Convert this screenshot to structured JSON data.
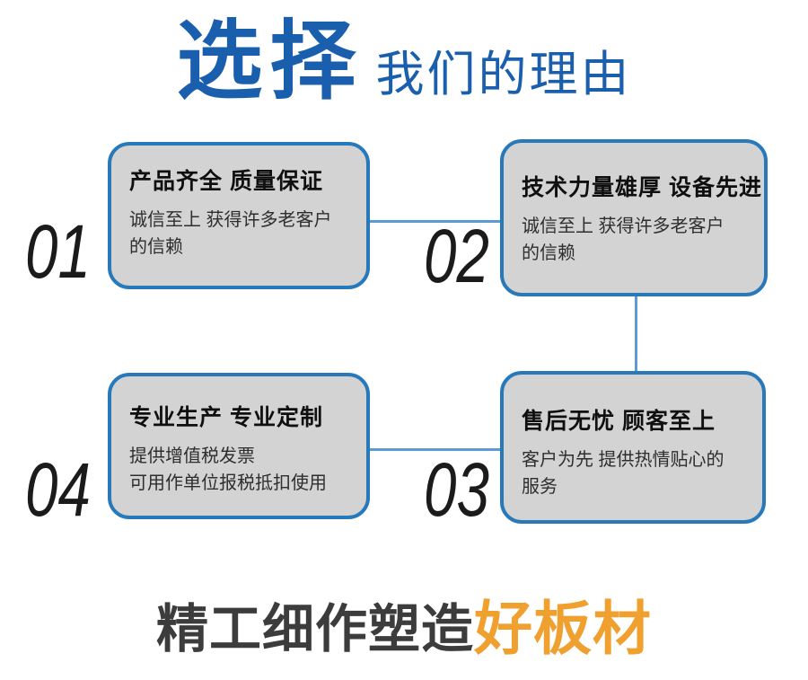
{
  "header": {
    "title_emphasis": "选择",
    "title_rest": "我们的理由"
  },
  "reasons": [
    {
      "number": "01",
      "title": "产品齐全 质量保证",
      "body": "诚信至上 获得许多老客户\n的信赖"
    },
    {
      "number": "02",
      "title": "技术力量雄厚 设备先进",
      "body": "诚信至上 获得许多老客户\n的信赖"
    },
    {
      "number": "03",
      "title": "售后无忧 顾客至上",
      "body": "客户为先 提供热情贴心的\n服务"
    },
    {
      "number": "04",
      "title": "专业生产 专业定制",
      "body": "提供增值税发票\n可用作单位报税抵扣使用"
    }
  ],
  "footer": {
    "text_dark": "精工细作塑造",
    "text_accent": "好板材"
  },
  "colors": {
    "title_blue": "#1a5fae",
    "border_blue": "#2879ba",
    "connector_blue": "#5b9bd5",
    "box_fill": "#d3d3d3",
    "number_black": "#1b1b1b",
    "footer_dark": "#3c3c3c",
    "footer_orange": "#efa02f"
  }
}
